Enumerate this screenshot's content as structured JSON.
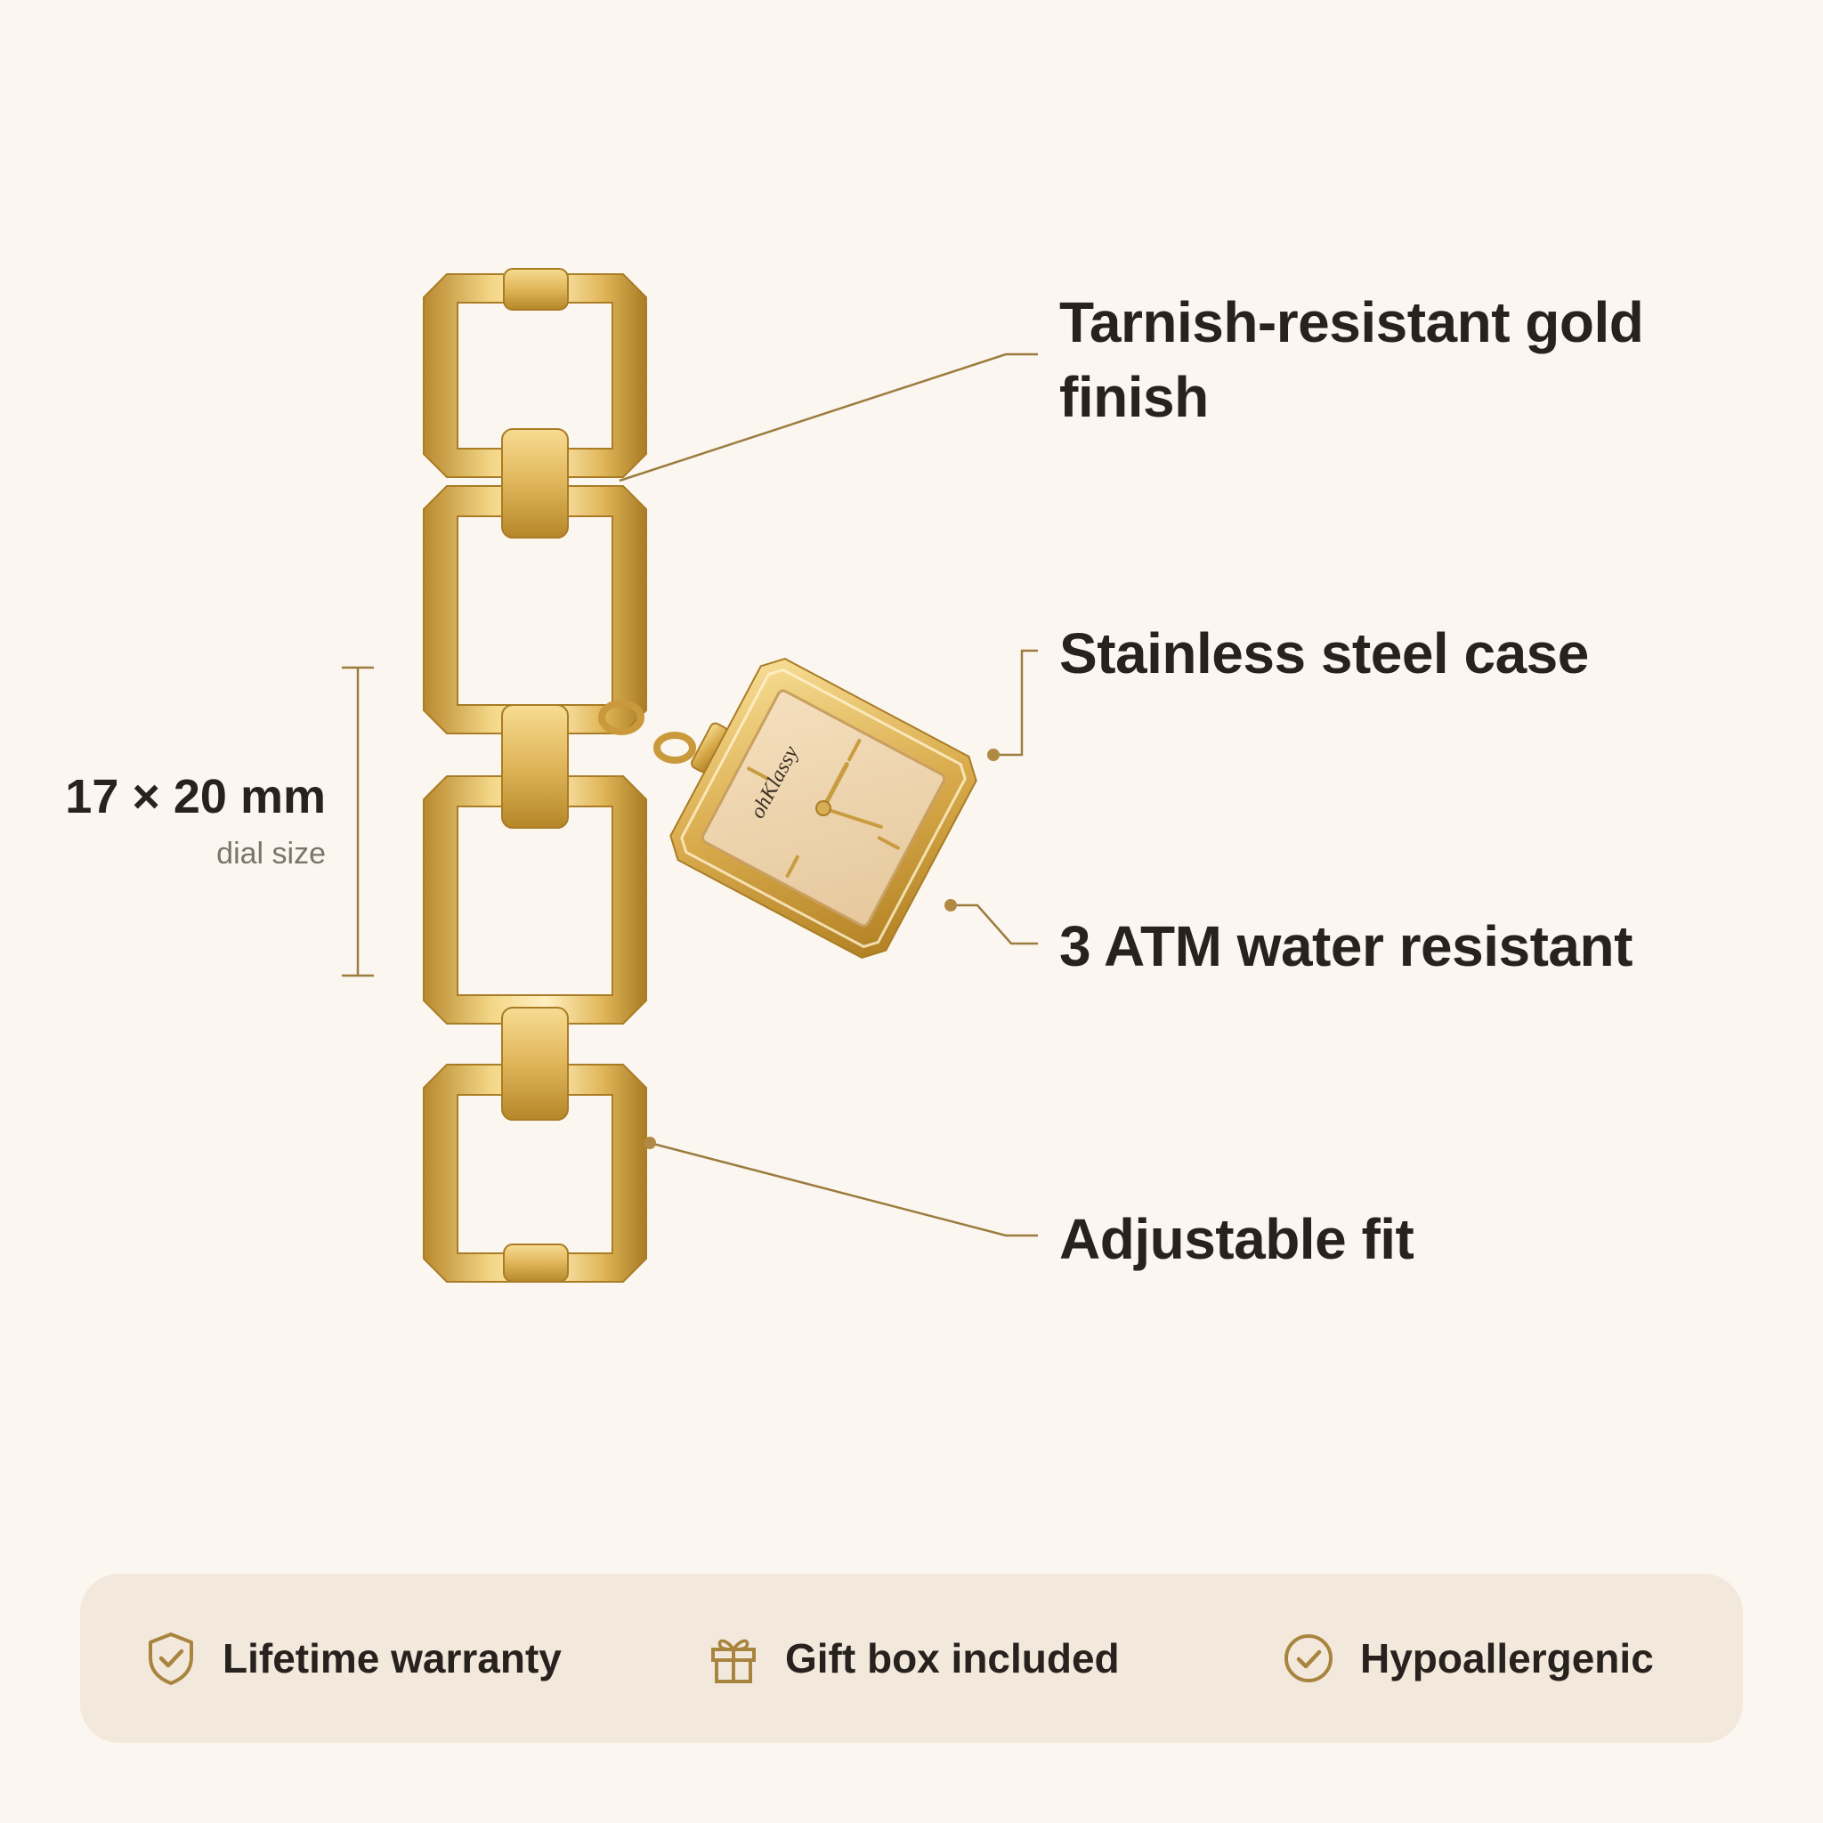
{
  "features": {
    "finish": [
      "Tarnish-resistant gold",
      "finish"
    ],
    "case": "Stainless steel case",
    "water": "3 ATM water resistant",
    "fit": "Adjustable fit"
  },
  "dimension": {
    "value": "17 × 20 mm",
    "caption": "dial size"
  },
  "watch": {
    "brand": "ohKlassy"
  },
  "badges": [
    {
      "icon": "shield-check-icon",
      "label": "Lifetime warranty"
    },
    {
      "icon": "gift-box-icon",
      "label": "Gift box included"
    },
    {
      "icon": "check-circle-icon",
      "label": "Hypoallergenic"
    }
  ],
  "colors": {
    "background": "#fcf6f0",
    "gold": "#d9ad4e",
    "gold_light": "#f6dc93",
    "gold_dark": "#a97c25",
    "callout_line": "#9c7c3e",
    "text": "#27221d",
    "muted_text": "#7b736c",
    "badge_bar": "#f3e8dc",
    "icon_accent": "#a8843f"
  }
}
